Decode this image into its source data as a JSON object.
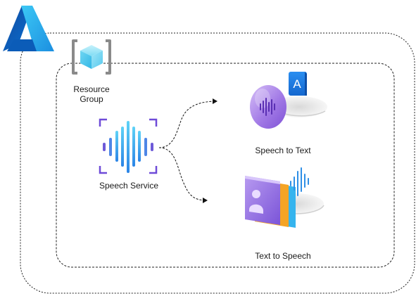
{
  "diagram": {
    "nodes": {
      "resource_group": {
        "label_line1": "Resource",
        "label_line2": "Group",
        "icon": "resource-group-cube-icon"
      },
      "speech_service": {
        "label": "Speech Service",
        "icon": "speech-waveform-icon"
      },
      "speech_to_text": {
        "label": "Speech to Text",
        "icon": "speech-to-text-icon",
        "badge_text": "A"
      },
      "text_to_speech": {
        "label": "Text to Speech",
        "icon": "text-to-speech-icon"
      }
    },
    "edges": [
      {
        "from": "speech_service",
        "to": "speech_to_text",
        "style": "dashed-arrow"
      },
      {
        "from": "speech_service",
        "to": "text_to_speech",
        "style": "dashed-arrow"
      }
    ],
    "containers": [
      {
        "name": "azure-subscription-boundary",
        "style": "dotted-rounded"
      },
      {
        "name": "resource-group-boundary",
        "style": "dashed-rounded"
      }
    ],
    "logo": "azure-logo-icon",
    "colors": {
      "azure_blue": "#0a6fd1",
      "azure_light": "#35a7f0",
      "cube_cyan": "#5ed4f2",
      "wave_blue": "#3aa7f0",
      "wave_purple": "#7a56d9",
      "bracket_purple": "#6f4bd8",
      "orb_purple": "#a87ee6",
      "tts_orange": "#f5a425"
    }
  }
}
